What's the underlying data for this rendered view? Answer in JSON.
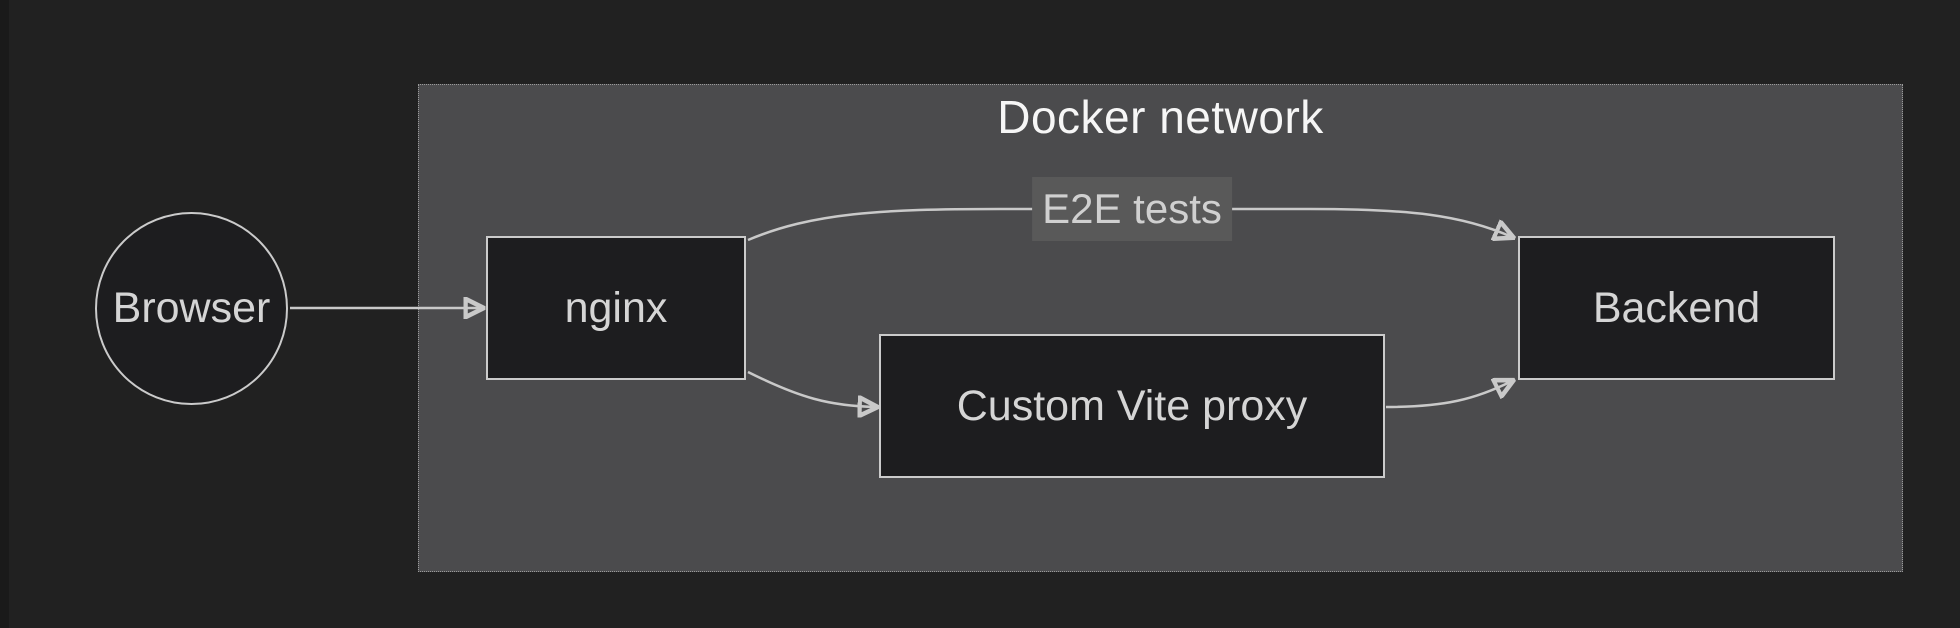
{
  "diagram": {
    "title": "Docker network",
    "nodes": [
      {
        "id": "browser",
        "label": "Browser",
        "shape": "circle",
        "inside_cluster": false
      },
      {
        "id": "nginx",
        "label": "nginx",
        "shape": "rect",
        "inside_cluster": true
      },
      {
        "id": "vite",
        "label": "Custom Vite proxy",
        "shape": "rect",
        "inside_cluster": true
      },
      {
        "id": "backend",
        "label": "Backend",
        "shape": "rect",
        "inside_cluster": true
      }
    ],
    "edges": [
      {
        "from": "Browser",
        "to": "nginx",
        "label": ""
      },
      {
        "from": "nginx",
        "to": "Backend",
        "label": "E2E tests"
      },
      {
        "from": "nginx",
        "to": "Custom Vite proxy",
        "label": ""
      },
      {
        "from": "Custom Vite proxy",
        "to": "Backend",
        "label": ""
      }
    ],
    "palette": {
      "background": "#212121",
      "left_strip": "#1a1a1a",
      "cluster_fill": "#4b4b4d",
      "cluster_border": "#9b9b9b",
      "cluster_title_text": "#f6f6f6",
      "node_fill": "#1d1d1f",
      "node_border": "#cbcbcb",
      "node_text": "#d5d5d5",
      "edge_line": "#c9c9c9",
      "edge_label_bg": "#595959",
      "edge_label_text": "#d0d0d0"
    }
  }
}
